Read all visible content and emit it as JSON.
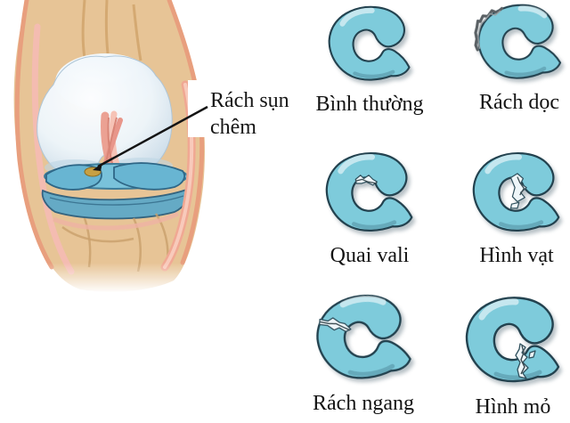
{
  "knee": {
    "annotation": "Rách sụn chêm"
  },
  "menisci": [
    {
      "label": "Bình thường",
      "variant": "normal"
    },
    {
      "label": "Rách dọc",
      "variant": "longitudinal-tear"
    },
    {
      "label": "Quai vali",
      "variant": "bucket-handle"
    },
    {
      "label": "Hình vạt",
      "variant": "flap"
    },
    {
      "label": "Rách ngang",
      "variant": "transverse-tear"
    },
    {
      "label": "Hình mỏ",
      "variant": "beak"
    }
  ],
  "colors": {
    "meniscus_fill": "#7ecbdb",
    "meniscus_outline": "#23424f",
    "bone": "#e7c496",
    "ligament_pink": "#f0ab9b",
    "cartilage": "#eef5fa",
    "tear_spot": "#c7a043",
    "arrow": "#141414",
    "label_text": "#131313"
  }
}
